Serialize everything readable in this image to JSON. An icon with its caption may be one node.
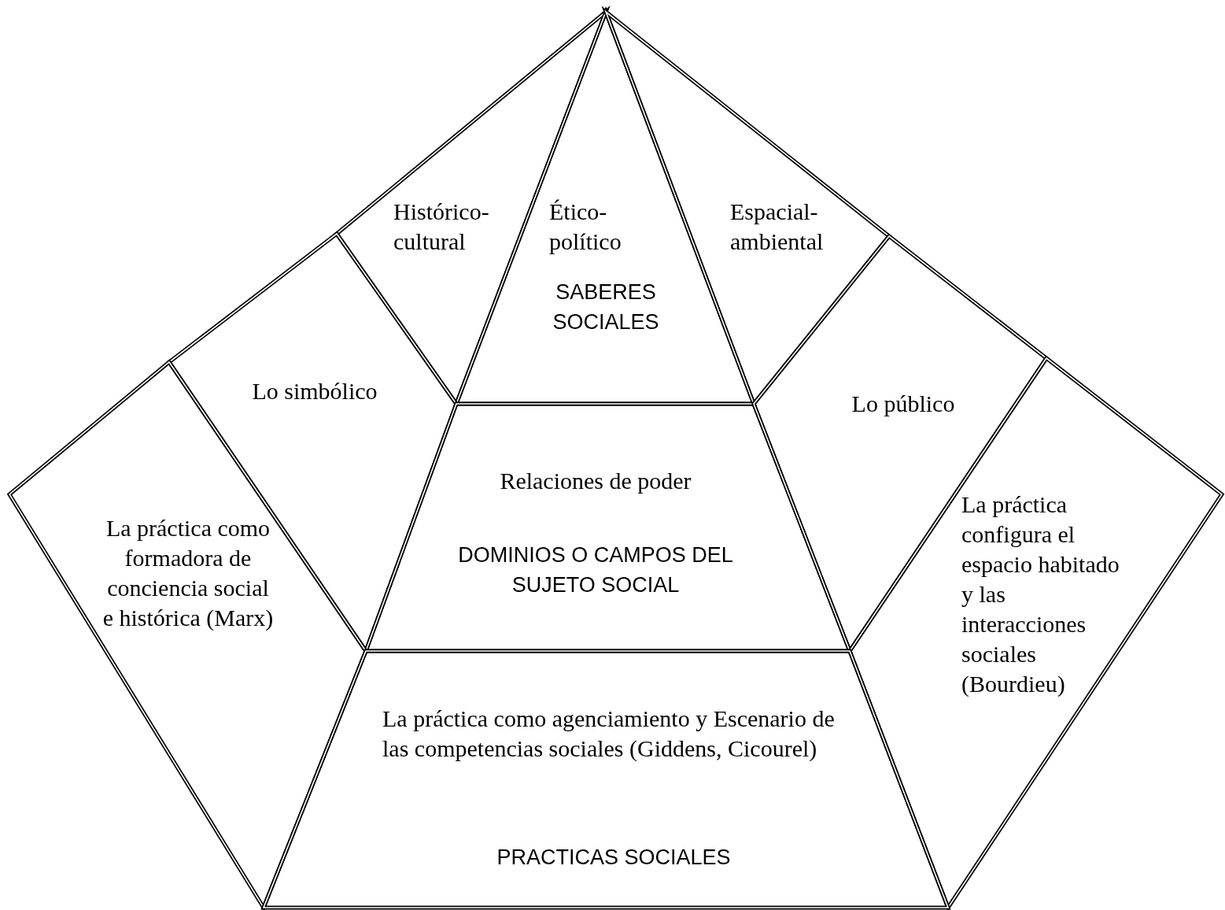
{
  "diagram": {
    "nodes": [
      {
        "text": [
          "Histórico-cultural"
        ]
      },
      {
        "text": [
          "Ético-político",
          "SABERES SOCIALES"
        ]
      },
      {
        "text": [
          "Espacial-ambiental"
        ]
      },
      {
        "text": [
          "Lo simbólico"
        ]
      },
      {
        "text": [
          "Relaciones de poder",
          "DOMINIOS O CAMPOS DEL SUJETO SOCIAL"
        ]
      },
      {
        "text": [
          "Lo público"
        ]
      },
      {
        "text": [
          "La práctica como formadora de conciencia social e histórica (Marx)"
        ]
      },
      {
        "text": [
          "La práctica configura el espacio habitado y las interacciones sociales (Bourdieu)"
        ]
      },
      {
        "text": [
          "La práctica como agenciamiento y Escenario de las competencias sociales (Giddens, Cicourel)",
          "PRACTICAS SOCIALES"
        ]
      }
    ]
  }
}
